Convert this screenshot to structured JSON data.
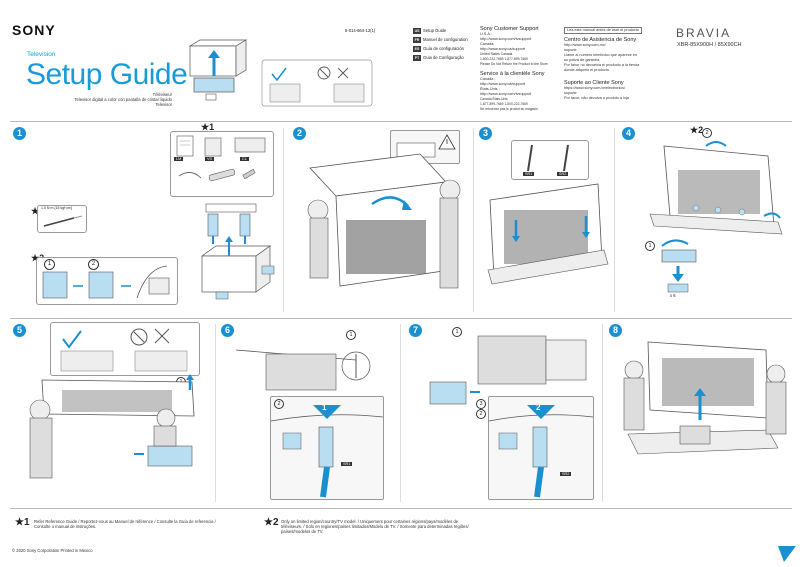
{
  "header": {
    "brand": "SONY",
    "category": "Television",
    "title": "Setup Guide",
    "subtitles": [
      "Téléviseur",
      "Televisor digital a color con pantalla de cristal líquido",
      "Televisor"
    ],
    "part_number": "5-014-664-12(1)",
    "product_brand": "BRAVIA",
    "model": "XBR-85X900H / 85X90CH"
  },
  "languages": [
    {
      "code": "US",
      "label": "Setup Guide"
    },
    {
      "code": "FR",
      "label": "Manuel de configuration"
    },
    {
      "code": "ES",
      "label": "Guía de configuración"
    },
    {
      "code": "PT",
      "label": "Guia de Configuração"
    }
  ],
  "support": {
    "en_title": "Sony Customer Support",
    "en_lines": [
      "U.S.A.:",
      "http://www.sony.com/tvsupport",
      "Canada:",
      "http://www.sony.ca/support"
    ],
    "en_small": [
      "United States   Canada",
      "1-800-222-7669   1-877-899-7669",
      "Please Do Not Return the Product to the Store"
    ],
    "fr_title": "Service à la clientèle Sony",
    "fr_lines": [
      "Canada :",
      "http://www.sony.ca/support",
      "États-Unis :",
      "http://www.sony.com/tvsupport"
    ],
    "fr_small": [
      "Canada   États-Unis",
      "1-877-899-7669   1-800-222-7669",
      "Ne retournez pas le produit au magasin"
    ],
    "es_note": "Lea este manual antes de usar el producto",
    "es_title": "Centro de Asistencia de Sony",
    "es_lines": [
      "http://www.sony.com.mx/",
      "soporte"
    ],
    "es_small": [
      "Llame al número telefónico que aparece en",
      "su póliza de garantía.",
      "Por favor no devuelva el producto a la tienda",
      "donde adquirió el producto"
    ],
    "pt_title": "Suporte ao Cliente Sony",
    "pt_lines": [
      "https://www.sony.com.br/electronics/",
      "suporte"
    ],
    "pt_small": [
      "Por favor, não devolva o produto à loja"
    ]
  },
  "steps": {
    "s1": "1",
    "s2": "2",
    "s3": "3",
    "s4": "4",
    "s5": "5",
    "s6": "6",
    "s7": "7",
    "s8": "8"
  },
  "step1": {
    "star1": "★1",
    "star2": "★2",
    "accessory_labels": [
      "LM",
      "VS",
      "CL"
    ],
    "torque": "1.5 N·m {15 kgf·cm}",
    "sub1": "1",
    "sub2": "2"
  },
  "step3": {
    "labels": [
      "SR1",
      "SR2"
    ]
  },
  "step4": {
    "star": "★2",
    "sub2": "2",
    "sub1": "1",
    "count": "x 6"
  },
  "step5": {
    "sub1": "1"
  },
  "step6": {
    "sub1": "1",
    "sub2": "2",
    "flag": "1",
    "label": "SR1"
  },
  "step7": {
    "sub1": "1",
    "sub2": "2",
    "sub3": "3",
    "flag": "2",
    "label": "SR2"
  },
  "footer": {
    "star1": "★1",
    "note1": [
      "Refer Reference Guide / Reportez-vous au Manuel de référence / Consulte la Guía de referencia /",
      "Consulte o manual de instruções."
    ],
    "star2": "★2",
    "note2": [
      "Only on limited region/country/TV model. / Uniquement pour certaines régions/pays/modèles de",
      "téléviseurs. / Solo en regiones/países limitados/Modelo de TV. / Somente para determinadas regiões/",
      "países/modelos de TV."
    ],
    "copyright": "© 2020 Sony Corporation   Printed in Mexico"
  },
  "colors": {
    "accent": "#1b8fd0",
    "title_blue": "#1a9ad6",
    "light_blue": "#b9def2"
  }
}
